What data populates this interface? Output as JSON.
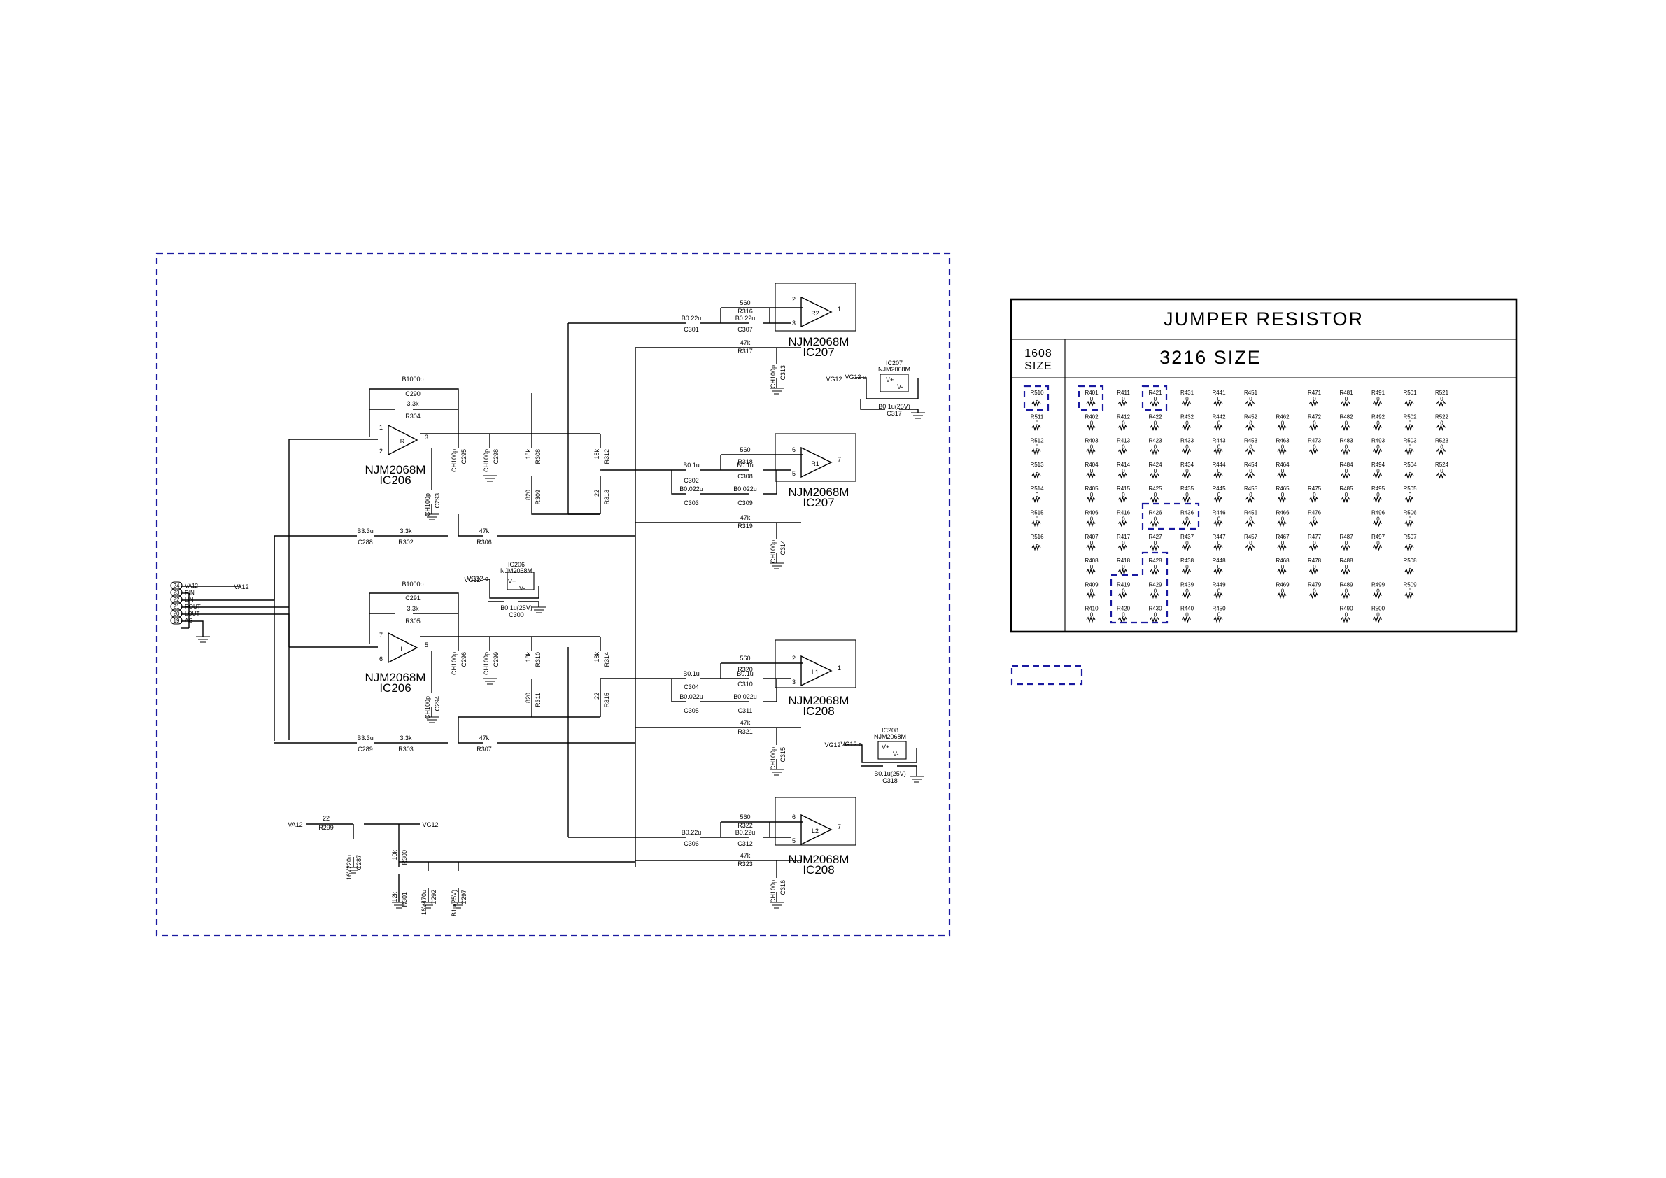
{
  "schematic": {
    "opamps": [
      {
        "ref": "IC207",
        "part": "NJM2068M",
        "pins": [
          "2",
          "3",
          "1"
        ],
        "sym": "R2"
      },
      {
        "ref": "IC206",
        "part": "NJM2068M",
        "pins": [
          "1",
          "2",
          "3"
        ],
        "sym": "R"
      },
      {
        "ref": "IC207",
        "part": "NJM2068M",
        "pins": [
          "6",
          "5",
          "7"
        ],
        "sym": "R1"
      },
      {
        "ref": "IC206",
        "part": "NJM2068M",
        "pins": [
          "7",
          "6",
          "5"
        ],
        "sym": "L"
      },
      {
        "ref": "IC208",
        "part": "NJM2068M",
        "pins": [
          "2",
          "3",
          "1"
        ],
        "sym": "L1"
      },
      {
        "ref": "IC208",
        "part": "NJM2068M",
        "pins": [
          "6",
          "5",
          "7"
        ],
        "sym": "L2"
      }
    ],
    "power_blocks": [
      {
        "ref": "IC207",
        "part": "NJM2068M",
        "net": "VG12",
        "cap": "B0.1u(25V)",
        "cref": "C317",
        "vp": "V+",
        "vn": "V-"
      },
      {
        "ref": "IC206",
        "part": "NJM2068M",
        "net": "VG12",
        "cap": "B0.1u(25V)",
        "cref": "C300",
        "vp": "V+",
        "vn": "V-"
      },
      {
        "ref": "IC208",
        "part": "NJM2068M",
        "net": "VG12",
        "cap": "B0.1u(25V)",
        "cref": "C318",
        "vp": "V+",
        "vn": "V-"
      }
    ],
    "labels": [
      {
        "t": "B1000p"
      },
      {
        "t": "C290"
      },
      {
        "t": "3.3k"
      },
      {
        "t": "R304"
      },
      {
        "t": "B1000p"
      },
      {
        "t": "C291"
      },
      {
        "t": "3.3k"
      },
      {
        "t": "R305"
      },
      {
        "t": "CH100p"
      },
      {
        "t": "C295"
      },
      {
        "t": "CH100p"
      },
      {
        "t": "C298"
      },
      {
        "t": "CH100p"
      },
      {
        "t": "C293"
      },
      {
        "t": "18k"
      },
      {
        "t": "R308"
      },
      {
        "t": "820"
      },
      {
        "t": "R309"
      },
      {
        "t": "18k"
      },
      {
        "t": "R312"
      },
      {
        "t": "22"
      },
      {
        "t": "R313"
      },
      {
        "t": "CH100p"
      },
      {
        "t": "C296"
      },
      {
        "t": "CH100p"
      },
      {
        "t": "C299"
      },
      {
        "t": "CH100p"
      },
      {
        "t": "C294"
      },
      {
        "t": "18k"
      },
      {
        "t": "R310"
      },
      {
        "t": "820"
      },
      {
        "t": "R311"
      },
      {
        "t": "18k"
      },
      {
        "t": "R314"
      },
      {
        "t": "22"
      },
      {
        "t": "R315"
      },
      {
        "t": "B3.3u"
      },
      {
        "t": "C288"
      },
      {
        "t": "3.3k"
      },
      {
        "t": "R302"
      },
      {
        "t": "47k"
      },
      {
        "t": "R306"
      },
      {
        "t": "B3.3u"
      },
      {
        "t": "C289"
      },
      {
        "t": "3.3k"
      },
      {
        "t": "R303"
      },
      {
        "t": "47k"
      },
      {
        "t": "R307"
      },
      {
        "t": "B0.22u"
      },
      {
        "t": "C301"
      },
      {
        "t": "560"
      },
      {
        "t": "R316"
      },
      {
        "t": "B0.22u"
      },
      {
        "t": "C307"
      },
      {
        "t": "47k"
      },
      {
        "t": "R317"
      },
      {
        "t": "CH100p"
      },
      {
        "t": "C313"
      },
      {
        "t": "B0.1u"
      },
      {
        "t": "C302"
      },
      {
        "t": "560"
      },
      {
        "t": "R318"
      },
      {
        "t": "B0.1u"
      },
      {
        "t": "C308"
      },
      {
        "t": "B0.022u"
      },
      {
        "t": "C303"
      },
      {
        "t": "B0.022u"
      },
      {
        "t": "C309"
      },
      {
        "t": "47k"
      },
      {
        "t": "R319"
      },
      {
        "t": "CH100p"
      },
      {
        "t": "C314"
      },
      {
        "t": "B0.1u"
      },
      {
        "t": "C304"
      },
      {
        "t": "560"
      },
      {
        "t": "R320"
      },
      {
        "t": "B0.1u"
      },
      {
        "t": "C310"
      },
      {
        "t": "B0.022u"
      },
      {
        "t": "C305"
      },
      {
        "t": "B0.022u"
      },
      {
        "t": "C311"
      },
      {
        "t": "47k"
      },
      {
        "t": "R321"
      },
      {
        "t": "CH100p"
      },
      {
        "t": "C315"
      },
      {
        "t": "B0.22u"
      },
      {
        "t": "C306"
      },
      {
        "t": "560"
      },
      {
        "t": "R322"
      },
      {
        "t": "B0.22u"
      },
      {
        "t": "C312"
      },
      {
        "t": "47k"
      },
      {
        "t": "R323"
      },
      {
        "t": "CH100p"
      },
      {
        "t": "C316"
      },
      {
        "t": "VA12"
      },
      {
        "t": "VA12"
      },
      {
        "t": "22"
      },
      {
        "t": "R299"
      },
      {
        "t": "VG12"
      },
      {
        "t": "16V220u"
      },
      {
        "t": "C287"
      },
      {
        "t": "10k"
      },
      {
        "t": "R300"
      },
      {
        "t": "12k"
      },
      {
        "t": "R301"
      },
      {
        "t": "16V470u"
      },
      {
        "t": "C292"
      },
      {
        "t": "B1u(25V)"
      },
      {
        "t": "C297"
      },
      {
        "t": "VG12"
      },
      {
        "t": "VG12"
      },
      {
        "t": "VG12"
      }
    ],
    "connector_pins": [
      {
        "n": "24",
        "sig": "VA12"
      },
      {
        "n": "23",
        "sig": "RIN"
      },
      {
        "n": "22",
        "sig": "LIN"
      },
      {
        "n": "21",
        "sig": "ROUT"
      },
      {
        "n": "20",
        "sig": "LOUT"
      },
      {
        "n": "19",
        "sig": "AG"
      }
    ]
  },
  "jumper_table": {
    "title": "JUMPER RESISTOR",
    "size_small": "1608 SIZE",
    "size_small_l1": "1608",
    "size_small_l2": "SIZE",
    "size_large": "3216 SIZE",
    "col_1608": [
      "R510",
      "R511",
      "R512",
      "R513",
      "R514",
      "R515",
      "R516"
    ],
    "columns": [
      [
        "R401",
        "R402",
        "R403",
        "R404",
        "R405",
        "R406",
        "R407",
        "R408",
        "R409",
        "R410"
      ],
      [
        "R411",
        "R412",
        "R413",
        "R414",
        "R415",
        "R416",
        "R417",
        "R418",
        "R419",
        "R420"
      ],
      [
        "R421",
        "R422",
        "R423",
        "R424",
        "R425",
        "R426",
        "R427",
        "R428",
        "R429",
        "R430"
      ],
      [
        "R431",
        "R432",
        "R433",
        "R434",
        "R435",
        "R436",
        "R437",
        "R438",
        "R439",
        "R440"
      ],
      [
        "R441",
        "R442",
        "R443",
        "R444",
        "R445",
        "R446",
        "R447",
        "R448",
        "R449",
        "R450"
      ],
      [
        "R451",
        "R452",
        "R453",
        "R454",
        "R455",
        "R456",
        "R457",
        "",
        "",
        ""
      ],
      [
        "",
        "R462",
        "R463",
        "R464",
        "R465",
        "R466",
        "R467",
        "R468",
        "R469",
        ""
      ],
      [
        "R471",
        "R472",
        "R473",
        "",
        "R475",
        "R476",
        "R477",
        "R478",
        "R479",
        ""
      ],
      [
        "R481",
        "R482",
        "R483",
        "R484",
        "R485",
        "",
        "R487",
        "R488",
        "R489",
        "R490"
      ],
      [
        "R491",
        "R492",
        "R493",
        "R494",
        "R495",
        "R496",
        "R497",
        "",
        "R499",
        "R500"
      ],
      [
        "R501",
        "R502",
        "R503",
        "R504",
        "R505",
        "R506",
        "R507",
        "R508",
        "R509",
        ""
      ],
      [
        "R521",
        "R522",
        "R523",
        "R524",
        "",
        "",
        "",
        "",
        "",
        ""
      ]
    ],
    "ohm_mark": "0"
  }
}
